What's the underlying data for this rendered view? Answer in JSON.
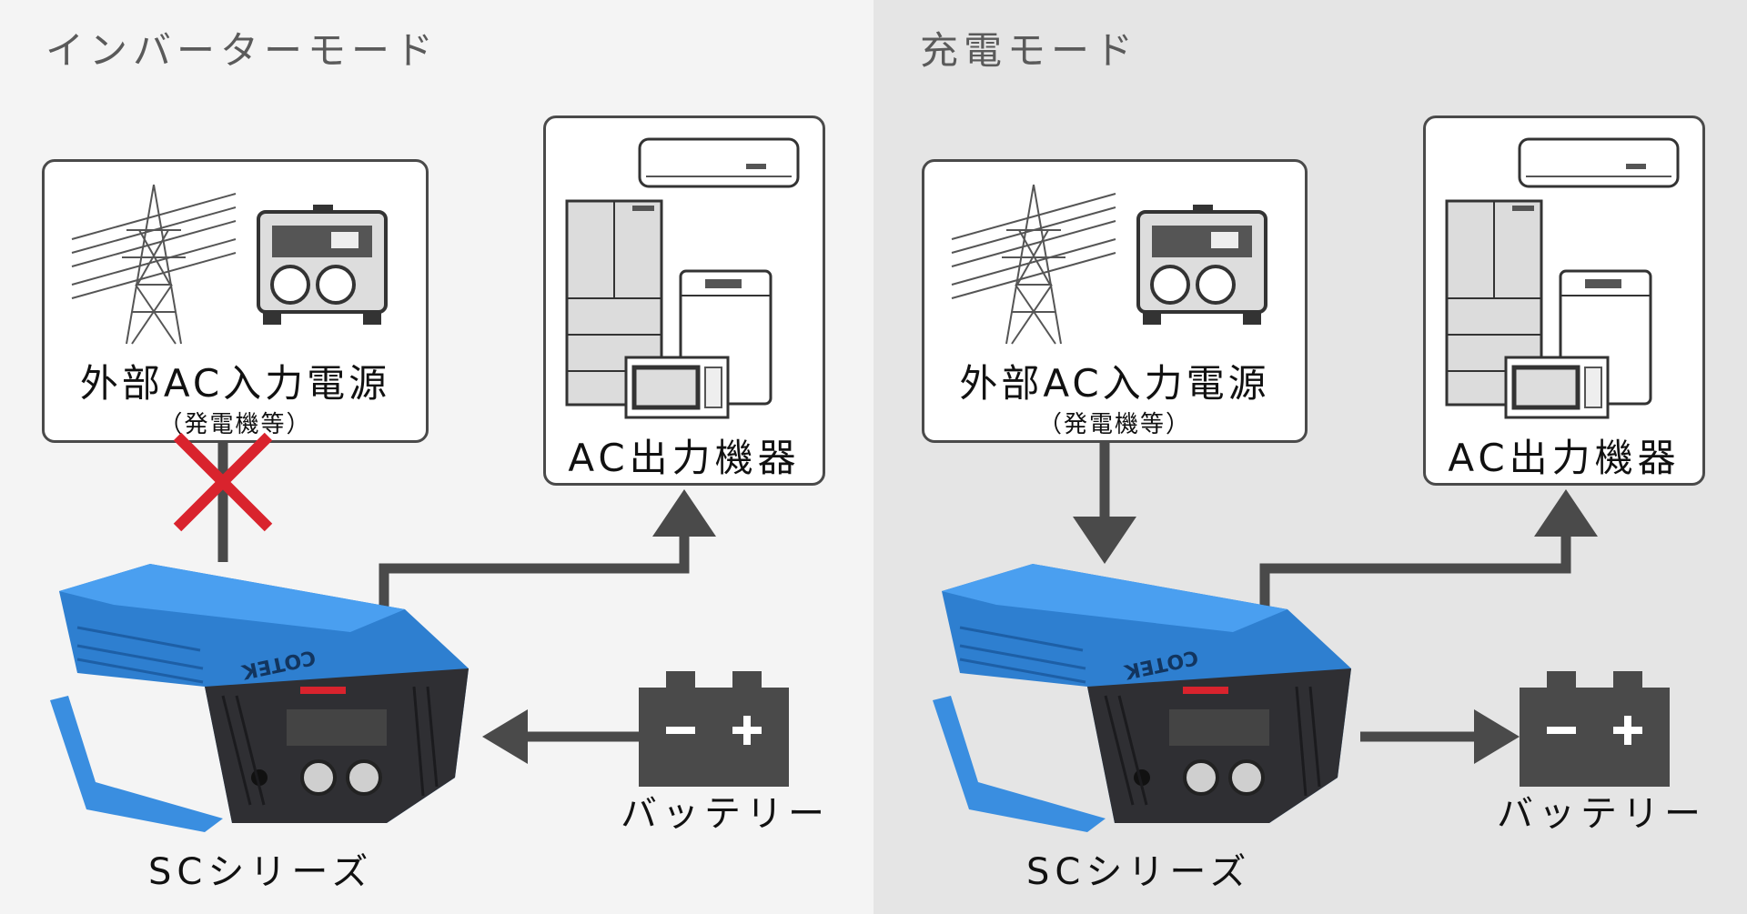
{
  "left_panel": {
    "title": "インバーターモード",
    "source_label": "外部AC入力電源",
    "source_sublabel": "（発電機等）",
    "output_label": "AC出力機器",
    "battery_label": "バッテリー",
    "inverter_label": "SCシリーズ",
    "inverter_brand": "COTEK"
  },
  "right_panel": {
    "title": "充電モード",
    "source_label": "外部AC入力電源",
    "source_sublabel": "（発電機等）",
    "output_label": "AC出力機器",
    "battery_label": "バッテリー",
    "inverter_label": "SCシリーズ",
    "inverter_brand": "COTEK"
  },
  "colors": {
    "left_bg": "#f4f4f4",
    "right_bg": "#e5e5e5",
    "arrow": "#4a4a4a",
    "cross": "#d9232d",
    "inverter_blue": "#2e7fd0"
  },
  "icons": [
    "power-tower-icon",
    "generator-icon",
    "air-conditioner-icon",
    "refrigerator-icon",
    "washing-machine-icon",
    "microwave-icon",
    "battery-icon",
    "inverter-icon",
    "cross-icon"
  ]
}
